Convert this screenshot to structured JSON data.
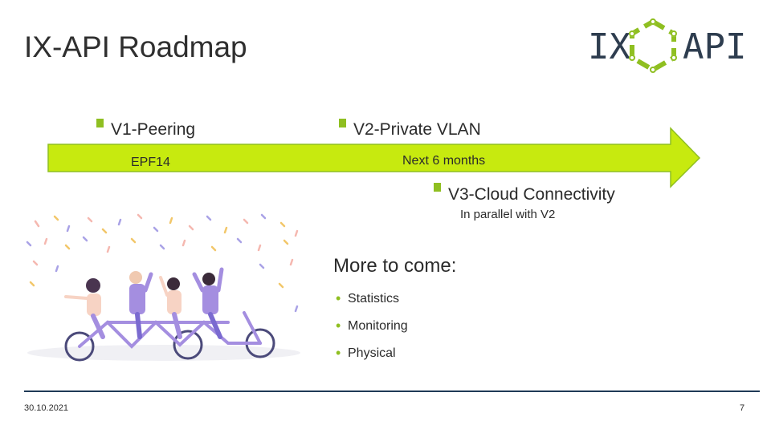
{
  "slide": {
    "title": "IX-API Roadmap",
    "logo": {
      "left": "IX",
      "right": "API",
      "icon": "hexagon-ring-icon",
      "color": "#2e3d4f",
      "accent": "#8fbf21"
    }
  },
  "timeline": {
    "arrow_color": "#c7ea0f",
    "milestones": [
      {
        "label": "V1-Peering",
        "sub": "EPF14"
      },
      {
        "label": "V2-Private VLAN",
        "sub": "Next 6 months"
      },
      {
        "label": "V3-Cloud Connectivity",
        "sub": "In parallel with V2"
      }
    ]
  },
  "more": {
    "heading": "More to come:",
    "items": [
      "Statistics",
      "Monitoring",
      "Physical"
    ]
  },
  "footer": {
    "date": "30.10.2021",
    "page": "7"
  },
  "illustration": {
    "icon": "team-tandem-bicycle-illustration"
  }
}
